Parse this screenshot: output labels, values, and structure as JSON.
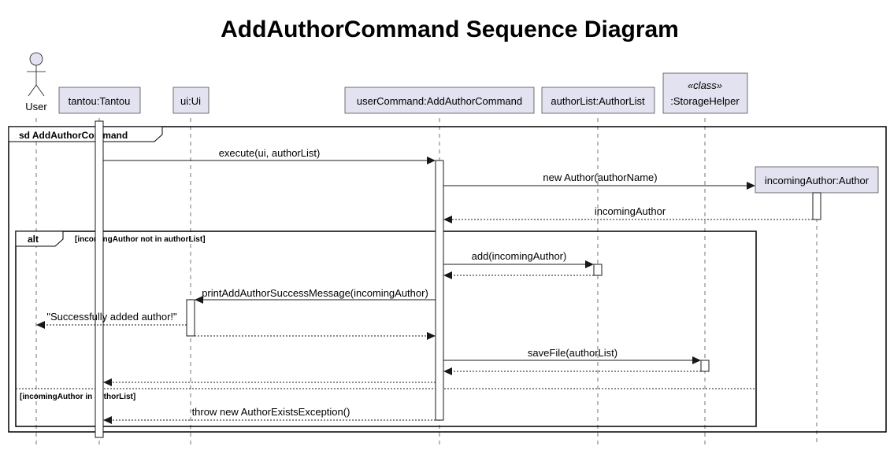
{
  "title": "AddAuthorCommand Sequence Diagram",
  "participants": {
    "user": "User",
    "tantou": "tantou:Tantou",
    "ui": "ui:Ui",
    "command": "userCommand:AddAuthorCommand",
    "authorList": "authorList:AuthorList",
    "storage_stereotype": "«class»",
    "storage": ":StorageHelper",
    "incoming": "incomingAuthor:Author"
  },
  "frames": {
    "sd_label": "sd AddAuthorCommand",
    "alt_label": "alt",
    "alt_guard": "[incomingAuthor not in authorList]",
    "else_guard": "[incomingAuthor in authorList]"
  },
  "messages": {
    "execute": "execute(ui, authorList)",
    "new_author": "new Author(authorName)",
    "incoming_return": "incomingAuthor",
    "add": "add(incomingAuthor)",
    "print": "printAddAuthorSuccessMessage(incomingAuthor)",
    "success": "\"Successfully added author!\"",
    "save": "saveFile(authorList)",
    "throw": "throw new AuthorExistsException()"
  },
  "colors": {
    "participant_fill": "#e2e2f0",
    "line": "#181818"
  }
}
